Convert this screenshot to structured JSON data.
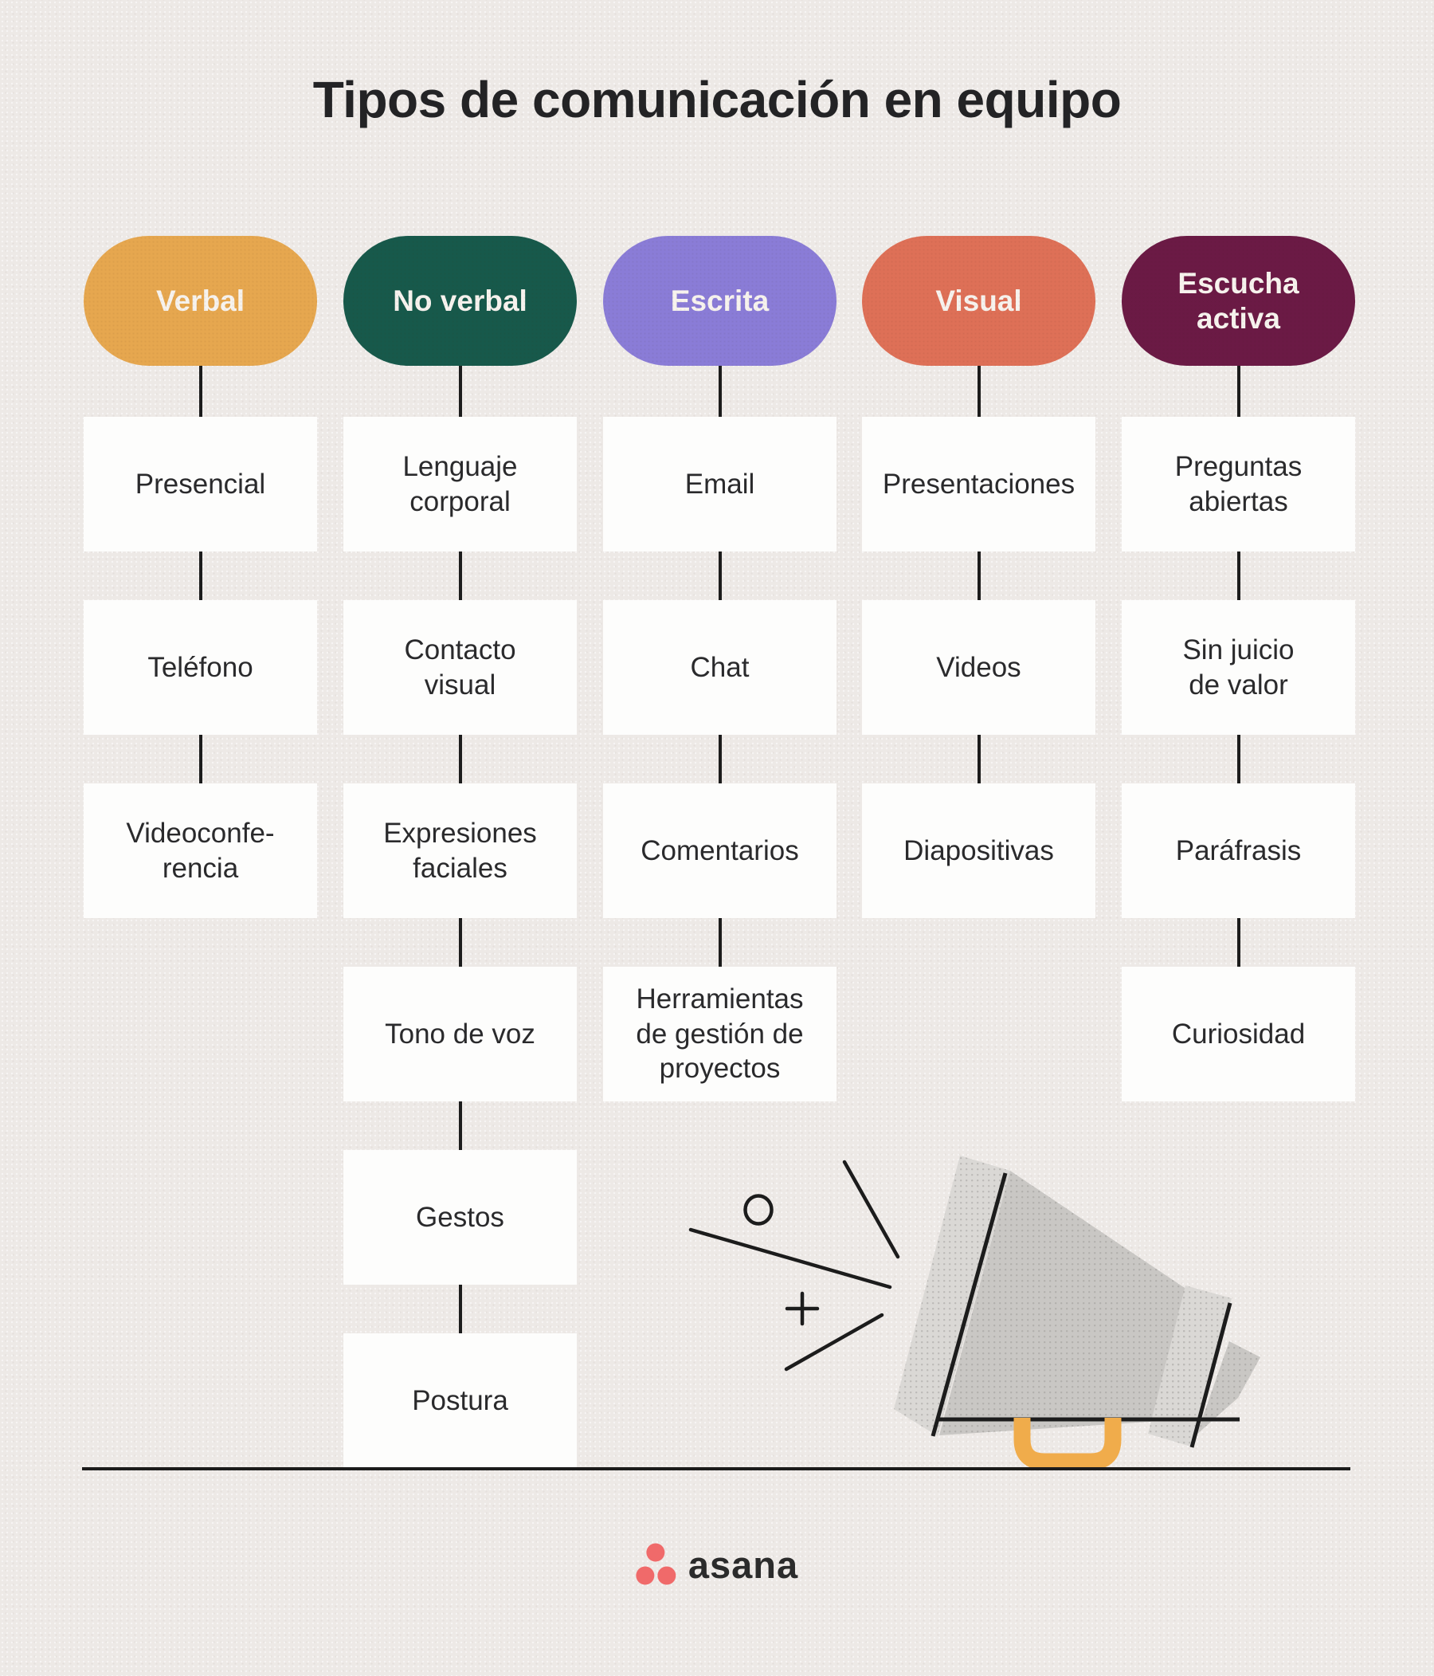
{
  "title": "Tipos de comunicación en equipo",
  "columns": [
    {
      "label": "Verbal",
      "color": "#E6A74F",
      "items": [
        "Presencial",
        "Teléfono",
        "Videoconfe-\nrencia"
      ]
    },
    {
      "label": "No verbal",
      "color": "#17594B",
      "items": [
        "Lenguaje\ncorporal",
        "Contacto\nvisual",
        "Expresiones\nfaciales",
        "Tono de voz",
        "Gestos",
        "Postura"
      ]
    },
    {
      "label": "Escrita",
      "color": "#8A7CD7",
      "items": [
        "Email",
        "Chat",
        "Comentarios",
        "Herramientas\nde gestión de\nproyectos"
      ]
    },
    {
      "label": "Visual",
      "color": "#DE7057",
      "items": [
        "Presentaciones",
        "Videos",
        "Diapositivas"
      ]
    },
    {
      "label": "Escucha\nactiva",
      "color": "#6B1A45",
      "items": [
        "Preguntas\nabiertas",
        "Sin juicio\nde valor",
        "Paráfrasis",
        "Curiosidad"
      ]
    }
  ],
  "footer": {
    "brand": "asana",
    "dot_color": "#F06A6A"
  },
  "palette": {
    "background": "#EDE9E6",
    "box_bg": "#FDFDFC",
    "text_dark": "#2A2A2C",
    "line": "#1C1C1C",
    "megaphone_gray": "#C9C7C4",
    "megaphone_light": "#DAD8D5",
    "handle_yellow": "#F0AC4B"
  }
}
